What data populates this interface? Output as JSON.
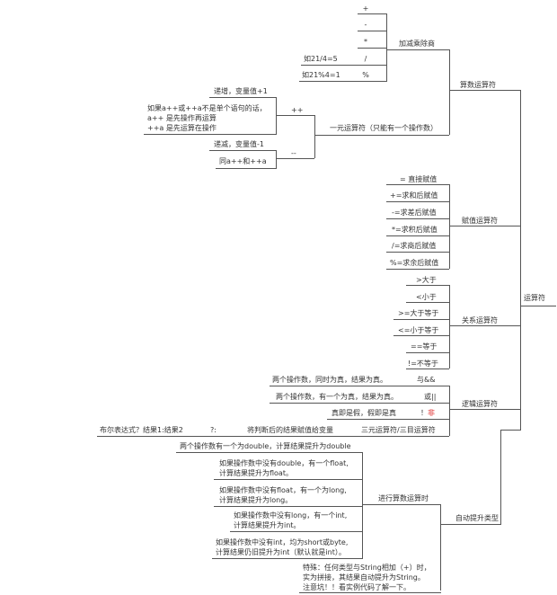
{
  "root": "运算符",
  "branches": {
    "arith": {
      "label": "算数运算符",
      "add_sub": {
        "label": "加减乘除商",
        "ops": [
          "+",
          "-",
          "*",
          "/",
          "%"
        ],
        "notes": {
          "div": "如21/4=5",
          "mod": "如21%4=1"
        }
      },
      "unary": {
        "label": "一元运算符（只能有一个操作数）",
        "inc": {
          "op": "++",
          "desc": "递增，变量值+1",
          "note_lines": [
            "如果a++或++a不是单个语句的话，",
            "a++ 是先操作再运算",
            "++a 是先运算在操作"
          ]
        },
        "dec": {
          "op": "--",
          "desc": "递减，变量值-1",
          "note": "同a++和++a"
        }
      }
    },
    "assign": {
      "label": "赋值运算符",
      "items": [
        "= 直接赋值",
        "+=求和后赋值",
        "-=求差后赋值",
        "*=求积后赋值",
        "/=求商后赋值",
        "%=求余后赋值"
      ]
    },
    "relational": {
      "label": "关系运算符",
      "items": [
        ">大于",
        "<小于",
        ">=大于等于",
        "<=小于等于",
        "==等于",
        "!=不等于"
      ]
    },
    "logic": {
      "label": "逻辑运算符",
      "and": {
        "desc": "两个操作数，同时为真，结果为真。",
        "op": "与&&"
      },
      "or": {
        "desc": "两个操作数，有一个为真，结果为真。",
        "op": "或||"
      },
      "not": {
        "desc": "真即是假，假即是真",
        "op_prefix": "！",
        "op_red": "非"
      }
    },
    "ternary": {
      "label": "三元运算符/三目运算符",
      "desc": "将判断后的结果赋值给变量",
      "symbol": "?:",
      "expr": "布尔表达式？结果1:结果2"
    },
    "promotion": {
      "label": "自动提升类型",
      "arith": {
        "label": "进行算数运算时",
        "rules": [
          [
            "两个操作数有一个为double，计算结果提升为double"
          ],
          [
            "如果操作数中没有double，有一个float,",
            "计算结果提升为float。"
          ],
          [
            "如果操作数中没有float，有一个为long,",
            "计算结果提升为long。"
          ],
          [
            "如果操作数中没有long，有一个int,",
            "计算结果提升为int。"
          ],
          [
            "如果操作数中没有int，均为short或byte,",
            "计算结果仍旧提升为int（默认就是int）。"
          ]
        ]
      },
      "special": [
        "特殊：任何类型与String相加（+）时，",
        "实为拼接，其结果自动提升为String。",
        "注意坑！！看实例代码了解一下。"
      ]
    },
    "accent": "#d22222"
  }
}
